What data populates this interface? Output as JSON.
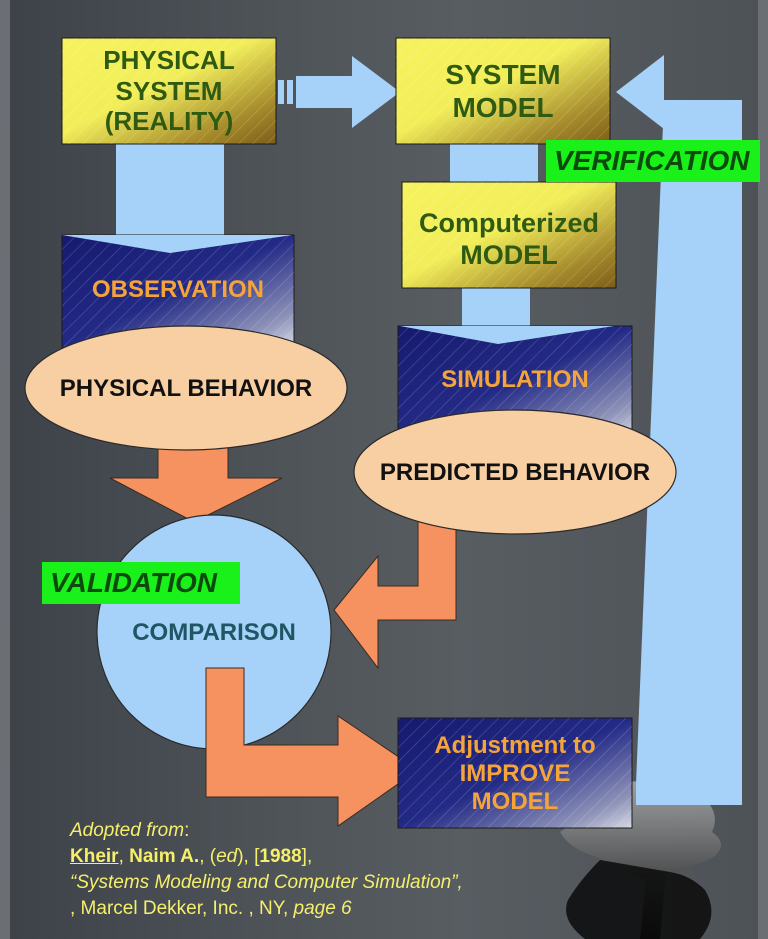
{
  "nodes": {
    "physical_system": "PHYSICAL\nSYSTEM\n(REALITY)",
    "system_model": "SYSTEM\nMODEL",
    "computerized_model": "Computerized\nMODEL",
    "observation": "OBSERVATION",
    "simulation": "SIMULATION",
    "physical_behavior": "PHYSICAL BEHAVIOR",
    "predicted_behavior": "PREDICTED BEHAVIOR",
    "comparison": "COMPARISON",
    "adjustment": "Adjustment to\nIMPROVE\nMODEL"
  },
  "tags": {
    "verification": "VERIFICATION",
    "validation": "VALIDATION"
  },
  "credit": {
    "line1_label": "Adopted from",
    "line1_colon": ":",
    "author_last": "Kheir",
    "author_sep": ", ",
    "author_first": "Naim A.",
    "ed_open": ", (",
    "ed": "ed",
    "ed_close": "), [",
    "year": "1988",
    "year_close": "],",
    "book_title": " “Systems Modeling and Computer Simulation”,",
    "publisher": ", Marcel Dekker, Inc. , NY, ",
    "page": "page 6"
  },
  "colors": {
    "yellow_box": "#f4f05e",
    "olive_box": "#8a6a1c",
    "navy_box": "#1c1f7a",
    "blue_arrow": "#a6d1f8",
    "orange_arrow": "#f5925f",
    "ellipse_fill": "#f7cfa3",
    "circle_fill": "#a6d1f8",
    "tag_green": "#1af01a"
  }
}
